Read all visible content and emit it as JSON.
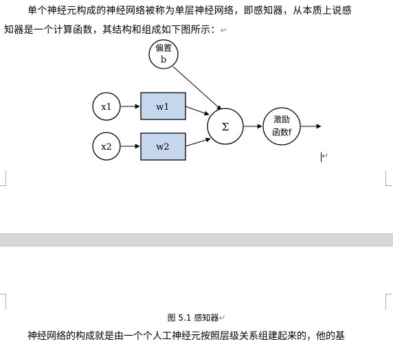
{
  "page1": {
    "paragraph_line1": "单个神经元构成的神经网络被称为单层神经网络，即感知器，从本质上说感",
    "paragraph_line2": "知器是一个计算函数，其结构和组成如下图所示：",
    "para_mark": "↵",
    "diagram_mark": "↵"
  },
  "diagram": {
    "bias_label_1": "偏置",
    "bias_label_2": "b",
    "input1": "x1",
    "input2": "x2",
    "weight1": "w1",
    "weight2": "w2",
    "sum_symbol": "Σ",
    "activation_1": "激励",
    "activation_2": "函数f",
    "colors": {
      "weight_fill": "#c5d6ee",
      "stroke": "#000000"
    }
  },
  "page2": {
    "caption": "图 5.1 感知器",
    "caption_mark": "↵",
    "paragraph_line1": "神经网络的构成就是由一个个人工神经元按照层级关系组建起来的，他的基"
  }
}
